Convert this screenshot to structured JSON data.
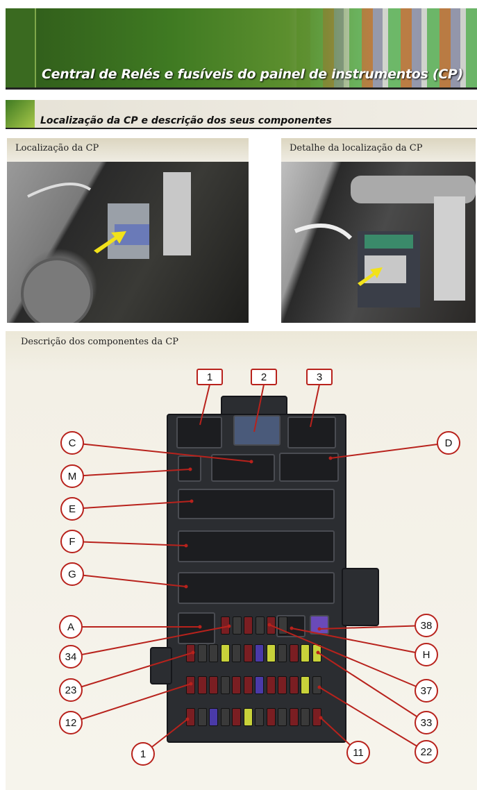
{
  "header": {
    "title": "Central de Relés e fusíveis do painel de instrumentos  (CP)"
  },
  "section": {
    "title": "Localização da CP e descrição dos seus componentes"
  },
  "photos": {
    "left_caption": "Localização da CP",
    "right_caption": "Detalhe da localização da CP"
  },
  "diagram": {
    "caption": "Descrição dos componentes da CP",
    "colors": {
      "callout": "#b8221c",
      "box": "#2b2d31"
    },
    "top_labels": [
      "1",
      "2",
      "3"
    ],
    "left_labels": [
      "C",
      "M",
      "E",
      "F",
      "G",
      "A",
      "34",
      "23",
      "12",
      "1"
    ],
    "right_labels": [
      "D",
      "38",
      "H",
      "37",
      "33",
      "22",
      "11"
    ]
  }
}
